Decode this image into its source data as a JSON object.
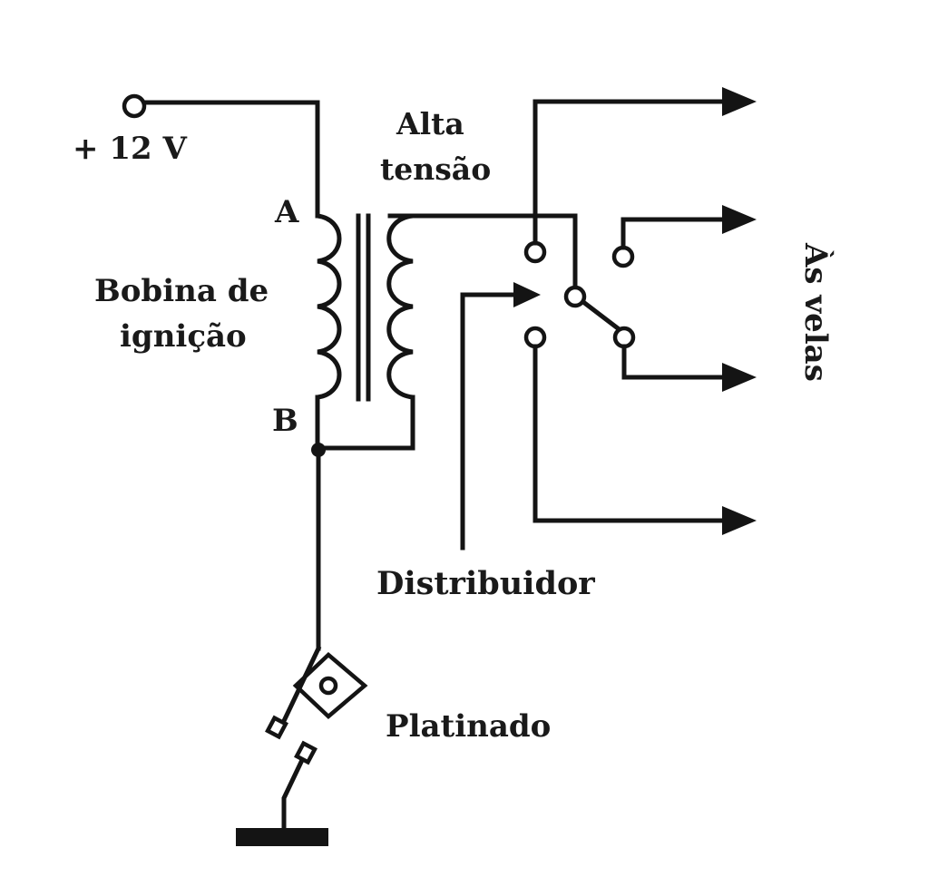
{
  "labels": {
    "supply": "+ 12 V",
    "terminal_a": "A",
    "terminal_b": "B",
    "high_voltage_line1": "Alta",
    "high_voltage_line2": "tensão",
    "coil_line1": "Bobina de",
    "coil_line2": "ignição",
    "distributor": "Distribuidor",
    "breaker_points": "Platinado",
    "spark_plugs": "Às velas"
  },
  "colors": {
    "ink": "#141414",
    "background": "#ffffff"
  }
}
